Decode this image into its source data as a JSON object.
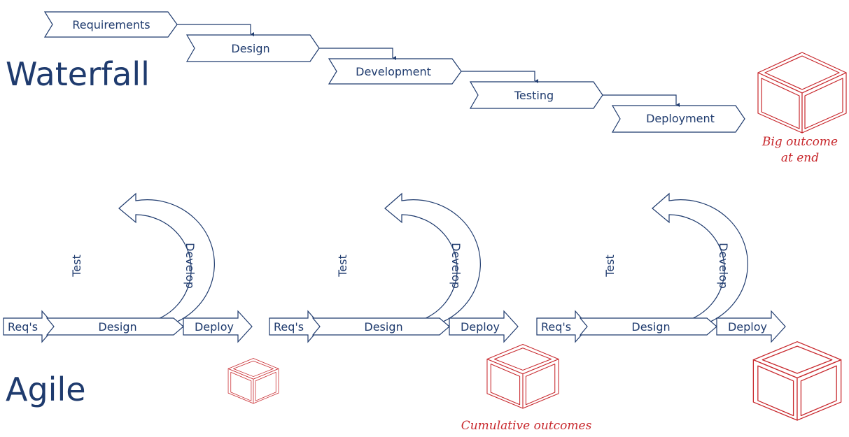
{
  "waterfall": {
    "title": "Waterfall",
    "stages": [
      "Requirements",
      "Design",
      "Development",
      "Testing",
      "Deployment"
    ],
    "outcome_line1": "Big outcome",
    "outcome_line2": "at end"
  },
  "agile": {
    "title": "Agile",
    "cycles": [
      {
        "req": "Req's",
        "design": "Design",
        "deploy": "Deploy",
        "develop": "Develop",
        "test": "Test"
      },
      {
        "req": "Req's",
        "design": "Design",
        "deploy": "Deploy",
        "develop": "Develop",
        "test": "Test"
      },
      {
        "req": "Req's",
        "design": "Design",
        "deploy": "Deploy",
        "develop": "Develop",
        "test": "Test"
      }
    ],
    "outcome_caption": "Cumulative outcomes"
  },
  "colors": {
    "blue": "#1f3b6e",
    "red": "#c8282d"
  }
}
